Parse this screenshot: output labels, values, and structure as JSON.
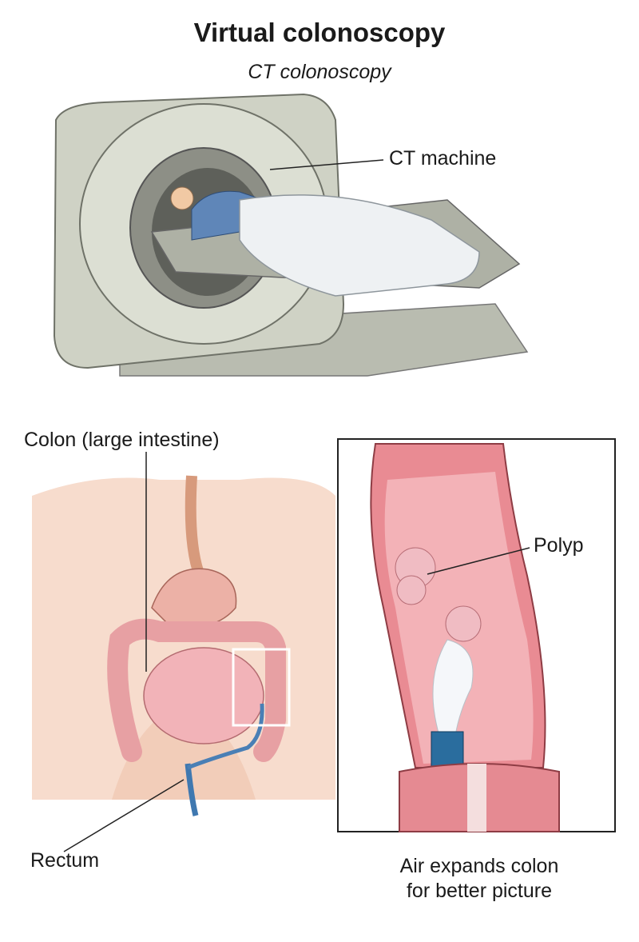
{
  "title": "Virtual colonoscopy",
  "subtitle": "CT colonoscopy",
  "labels": {
    "ct_machine": "CT machine",
    "colon": "Colon (large intestine)",
    "polyp": "Polyp",
    "rectum": "Rectum"
  },
  "caption": {
    "line1": "Air expands colon",
    "line2": "for better picture"
  }
}
